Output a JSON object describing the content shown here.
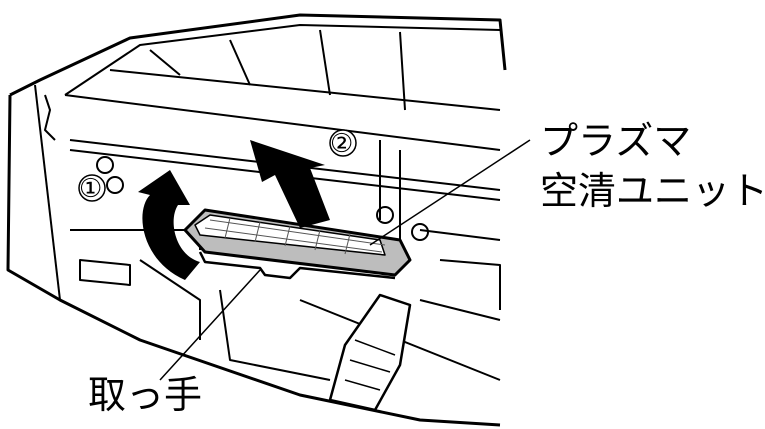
{
  "labels": {
    "plasma_line1": "プラズマ",
    "plasma_line2": "空清ユニット",
    "handle": "取っ手"
  },
  "steps": {
    "step1": "①",
    "step2": "②"
  },
  "colors": {
    "line": "#000000",
    "unit_fill": "#bdbdbd",
    "background": "#ffffff"
  }
}
